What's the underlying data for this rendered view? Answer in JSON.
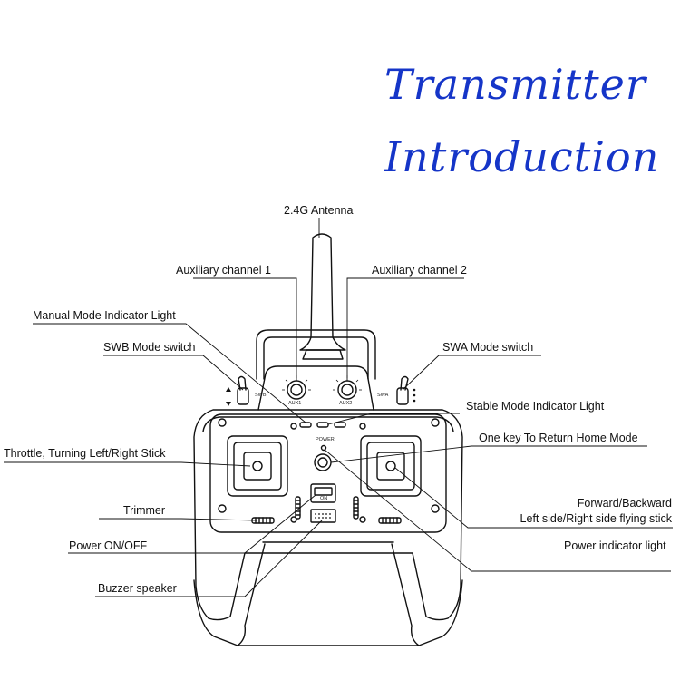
{
  "title": {
    "line1": "Transmitter",
    "line2": "Introduction"
  },
  "labels": {
    "antenna": "2.4G Antenna",
    "aux1": "Auxiliary channel 1",
    "aux2": "Auxiliary channel 2",
    "manual_mode_light": "Manual Mode Indicator Light",
    "swb_switch": "SWB Mode switch",
    "swa_switch": "SWA Mode switch",
    "stable_mode_light": "Stable Mode Indicator Light",
    "return_home": "One key To Return Home Mode",
    "throttle_stick": "Throttle, Turning Left/Right Stick",
    "flying_stick_line1": "Forward/Backward",
    "flying_stick_line2": "Left side/Right side flying stick",
    "trimmer": "Trimmer",
    "power_light": "Power indicator light",
    "power_switch": "Power ON/OFF",
    "buzzer": "Buzzer speaker"
  },
  "device_text": {
    "swb": "SWB",
    "swa": "SWA",
    "aux1_knob": "AUX1",
    "aux2_knob": "AUX2",
    "power": "POWER",
    "on": "ON"
  },
  "colors": {
    "title": "#1535c8",
    "line": "#111111"
  }
}
